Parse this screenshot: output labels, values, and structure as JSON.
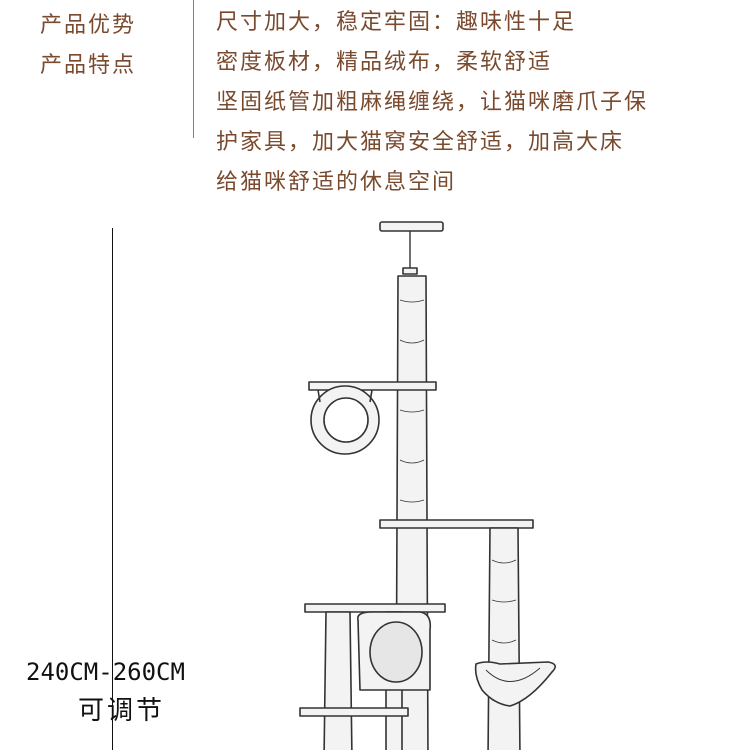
{
  "colors": {
    "text_brown": "#7a4a2e",
    "divider": "#a0785c",
    "sketch": "#333333",
    "fill": "#f3f3f3"
  },
  "features": {
    "advantages_label": "产品优势",
    "characteristics_label": "产品特点",
    "description_lines": [
      "尺寸加大，稳定牢固：趣味性十足",
      "密度板材，精品绒布，柔软舒适",
      "坚固纸管加粗麻绳缠绕，让猫咪磨爪子保",
      "护家具，加大猫窝安全舒适，加高大床",
      "给猫咪舒适的休息空间"
    ]
  },
  "dimension": {
    "height_range": "240CM-260CM",
    "adjustable": "可调节"
  },
  "illustration": {
    "icon": "cat-tree-sketch-icon"
  }
}
